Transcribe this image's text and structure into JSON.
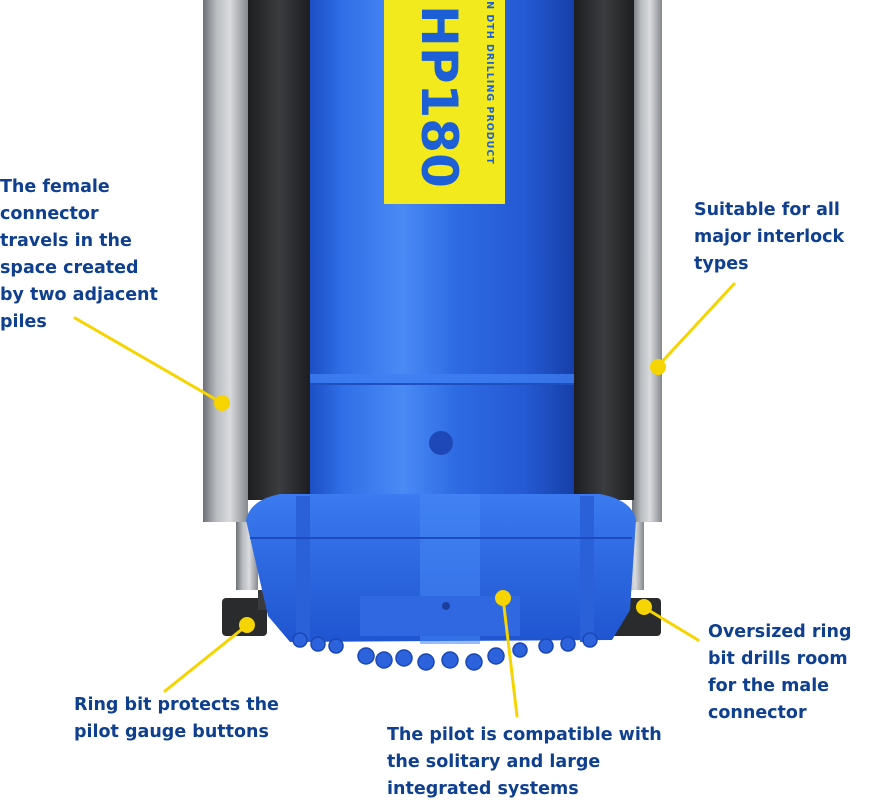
{
  "product": {
    "model": "HP180",
    "band_text": "ON DTH DRILLING PRODUCT"
  },
  "callouts": {
    "female_connector": [
      "The female",
      "connector",
      "travels in the",
      "space created",
      "by two adjacent",
      "piles"
    ],
    "interlock": [
      "Suitable for all",
      "major interlock",
      "types"
    ],
    "ring_bit_protects": [
      "Ring bit protects the",
      "pilot gauge buttons"
    ],
    "pilot_compatible": [
      "The pilot is compatible with",
      "the solitary and large",
      "integrated systems"
    ],
    "oversized_ring": [
      "Oversized ring",
      "bit drills room",
      "for the male",
      "connector"
    ]
  },
  "colors": {
    "label_text": "#0f3f8f",
    "callout_yellow": "#f5d400",
    "hammer_blue": "#2f6ee6",
    "band_yellow": "#f2ea1c",
    "casing_gray": "#9a9ea3",
    "liner_dark": "#2b2c2e"
  }
}
